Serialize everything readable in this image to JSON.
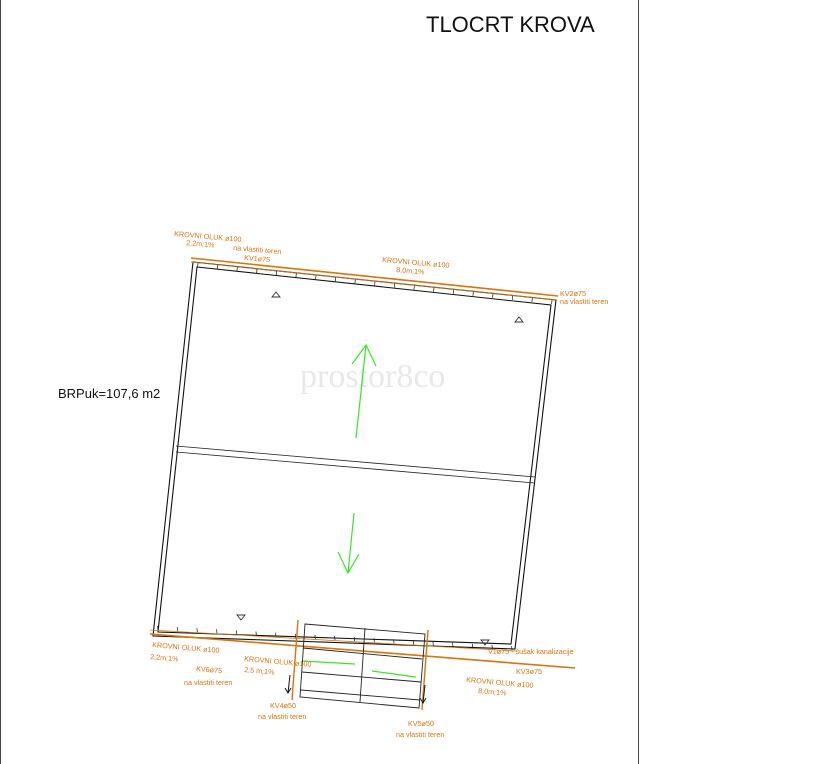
{
  "sheet": {
    "title": "TLOCRT KROVA",
    "area_label": "BRPuk=107,6 m2",
    "watermark": "prostor8co"
  },
  "colors": {
    "line": "#111111",
    "gutter": "#d9730d",
    "arrow": "#39e52a",
    "frame": "#444444"
  },
  "labels": {
    "gutter_nw": "KROVNI OLUK ø100",
    "slope_nw": "2,2m;1%",
    "terrain_kv1": "na vlastiti teren",
    "kv1": "KV1ø75",
    "gutter_n": "KROVNI OLUK ø100",
    "slope_n": "8,0m;1%",
    "kv2": "KV2ø75",
    "terrain_kv2": "na vlastiti teren",
    "gutter_sw": "KROVNI OLUK ø100",
    "slope_sw": "2,2m;1%",
    "kv6": "KV6ø75",
    "terrain_kv6": "na vlastiti teren",
    "gutter_s": "KROVNI OLUK ø100",
    "slope_s": "2,5 m;1%",
    "kv4": "KV4ø50",
    "terrain_kv4": "na vlastiti teren",
    "kv5": "KV5ø50",
    "terrain_kv5": "na vlastiti teren",
    "v1": "V1ø75 - šušak kanalizacije",
    "kv3": "KV3ø75",
    "gutter_se": "KROVNI OLUK ø100",
    "slope_se": "8,0m;1%"
  }
}
